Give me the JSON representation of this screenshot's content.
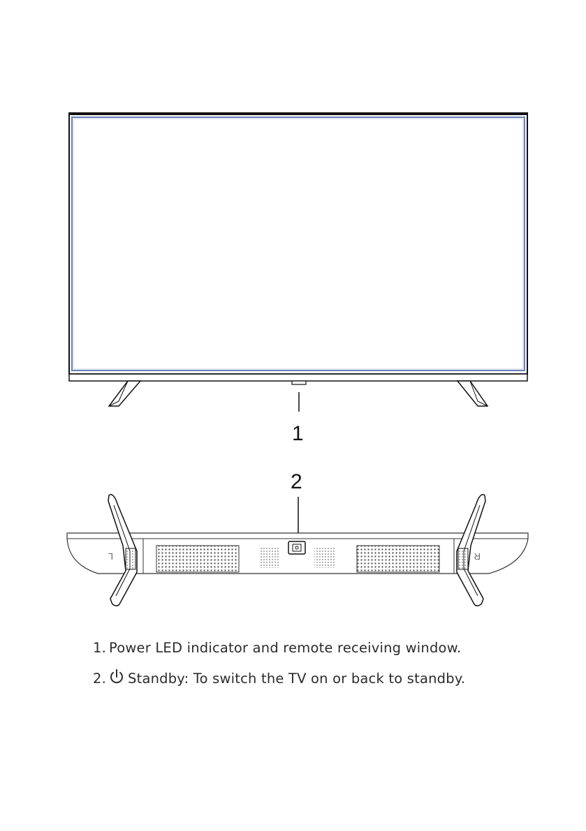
{
  "callouts": [
    {
      "number": "1"
    },
    {
      "number": "2"
    }
  ],
  "stand_labels": {
    "left": "L",
    "right": "R"
  },
  "descriptions": [
    {
      "number": "1.",
      "text": "Power LED indicator and remote receiving window."
    },
    {
      "number": "2.",
      "icon": "power-icon",
      "text": "Standby: To switch the TV on or back to standby."
    }
  ]
}
